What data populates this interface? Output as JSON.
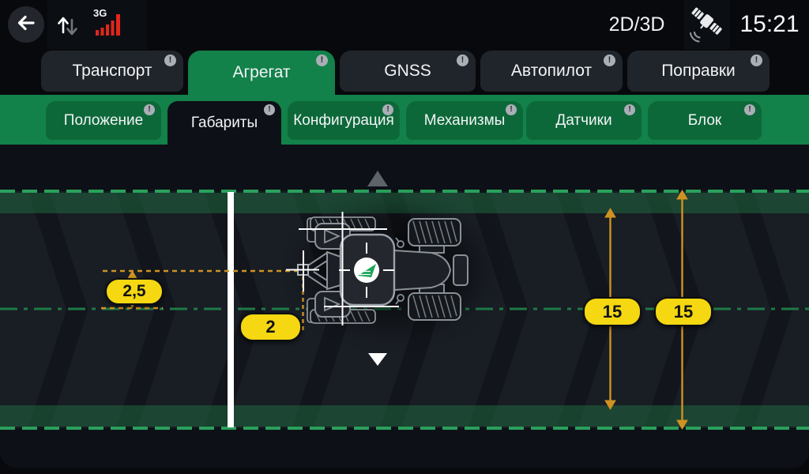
{
  "topbar": {
    "network_label": "3G",
    "view_mode": "2D/3D",
    "clock": "15:21"
  },
  "badge": {
    "glyph": "!"
  },
  "tabs": {
    "active": "Агрегат",
    "items": [
      {
        "label": "Транспорт"
      },
      {
        "label": "Агрегат"
      },
      {
        "label": "GNSS"
      },
      {
        "label": "Автопилот"
      },
      {
        "label": "Поправки"
      }
    ]
  },
  "subtabs": {
    "active": "Габариты",
    "items": [
      {
        "label": "Положение"
      },
      {
        "label": "Габариты"
      },
      {
        "label": "Конфигурация"
      },
      {
        "label": "Механизмы"
      },
      {
        "label": "Датчики"
      },
      {
        "label": "Блок"
      }
    ]
  },
  "diagram": {
    "measurements": {
      "lateral_offset": "2,5",
      "hitch_offset": "2",
      "swath_width_inner": "15",
      "swath_width_outer": "15"
    },
    "colors": {
      "pill": "#f5d712",
      "dimension": "#cf9222",
      "guide_line": "#1d7a46",
      "band": "#227e49",
      "accent_green": "#12814a",
      "warning_badge": "#a9afb5",
      "signal_red": "#e2261c"
    }
  }
}
